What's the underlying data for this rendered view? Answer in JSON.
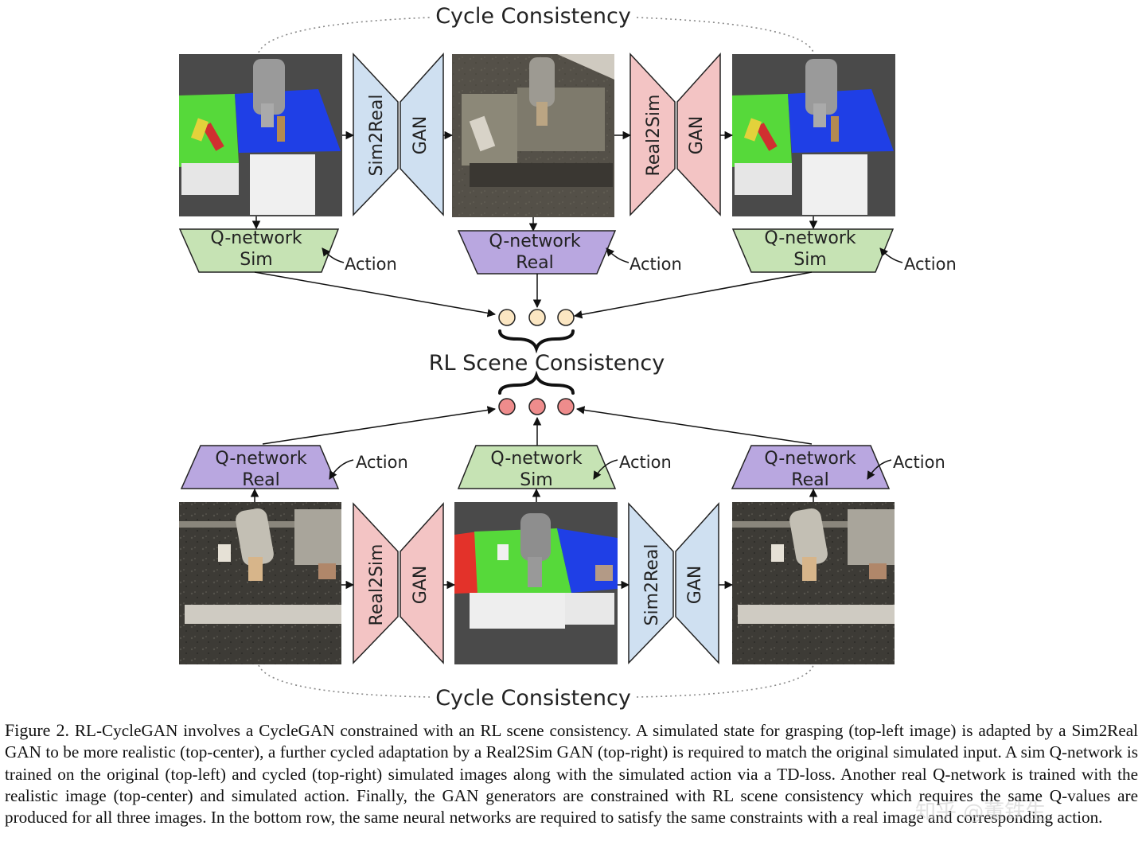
{
  "figure": {
    "top_cycle_label": "Cycle Consistency",
    "bottom_cycle_label": "Cycle Consistency",
    "rl_scene_label": "RL Scene Consistency",
    "top_row": {
      "gan1": {
        "name": "Sim2Real",
        "suffix": "GAN"
      },
      "gan2": {
        "name": "Real2Sim",
        "suffix": "GAN"
      },
      "qnets": [
        {
          "line1": "Q-network",
          "line2": "Sim",
          "action": "Action"
        },
        {
          "line1": "Q-network",
          "line2": "Real",
          "action": "Action"
        },
        {
          "line1": "Q-network",
          "line2": "Sim",
          "action": "Action"
        }
      ]
    },
    "bottom_row": {
      "gan1": {
        "name": "Real2Sim",
        "suffix": "GAN"
      },
      "gan2": {
        "name": "Sim2Real",
        "suffix": "GAN"
      },
      "qnets": [
        {
          "line1": "Q-network",
          "line2": "Real",
          "action": "Action"
        },
        {
          "line1": "Q-network",
          "line2": "Sim",
          "action": "Action"
        },
        {
          "line1": "Q-network",
          "line2": "Real",
          "action": "Action"
        }
      ]
    },
    "colors": {
      "sim_qnet": "#c6e3b4",
      "real_qnet": "#b9a7e0",
      "sim2real_gan": "#cfe0f1",
      "real2sim_gan": "#f3c4c4",
      "top_circle": "#fbe6c2",
      "bottom_circle": "#ee8c8c",
      "sim_green_bin": "#56d93a",
      "sim_blue_bin": "#1f3fe6"
    }
  },
  "caption": {
    "label": "Figure 2.",
    "text": "RL-CycleGAN involves a CycleGAN constrained with an RL scene consistency. A simulated state for grasping (top-left image) is adapted by a Sim2Real GAN to be more realistic (top-center), a further cycled adaptation by a Real2Sim GAN (top-right) is required to match the original simulated input. A sim Q-network is trained on the original (top-left) and cycled (top-right) simulated images along with the simulated action via a TD-loss. Another real Q-network is trained with the realistic image (top-center) and simulated action. Finally, the GAN generators are constrained with RL scene consistency which requires the same Q-values are produced for all three images. In the bottom row, the same neural networks are required to satisfy the same constraints with a real image and corresponding action."
  },
  "watermark": "知乎 @董铁生"
}
